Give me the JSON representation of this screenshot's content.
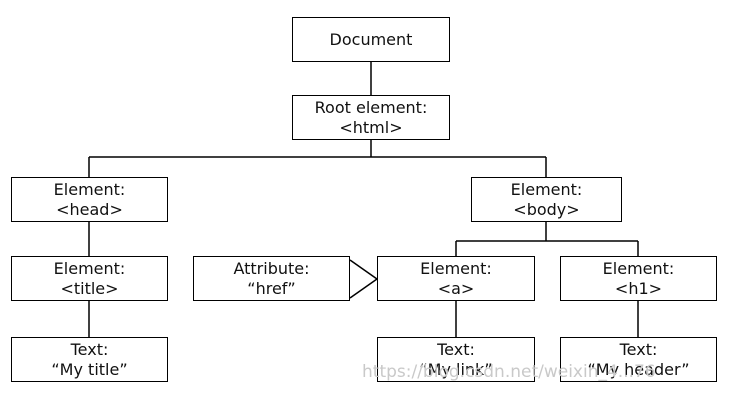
{
  "diagram": {
    "nodes": {
      "document": {
        "line1": "Document"
      },
      "root": {
        "line1": "Root element:",
        "line2": "<html>"
      },
      "head": {
        "line1": "Element:",
        "line2": "<head>"
      },
      "body": {
        "line1": "Element:",
        "line2": "<body>"
      },
      "title": {
        "line1": "Element:",
        "line2": "<title>"
      },
      "attribute": {
        "line1": "Attribute:",
        "line2": "“href”"
      },
      "a": {
        "line1": "Element:",
        "line2": "<a>"
      },
      "h1": {
        "line1": "Element:",
        "line2": "<h1>"
      },
      "text_title": {
        "line1": "Text:",
        "line2": "“My title”"
      },
      "text_link": {
        "line1": "Text:",
        "line2": "“My link”"
      },
      "text_header": {
        "line1": "Text:",
        "line2": "“My header”"
      }
    },
    "edges": [
      [
        "document",
        "root"
      ],
      [
        "root",
        "head"
      ],
      [
        "root",
        "body"
      ],
      [
        "head",
        "title"
      ],
      [
        "title",
        "text_title"
      ],
      [
        "body",
        "a"
      ],
      [
        "body",
        "h1"
      ],
      [
        "attribute",
        "a"
      ],
      [
        "a",
        "text_link"
      ],
      [
        "h1",
        "text_header"
      ]
    ]
  },
  "watermark": "https://blog.csdn.net/weixin_4...76"
}
